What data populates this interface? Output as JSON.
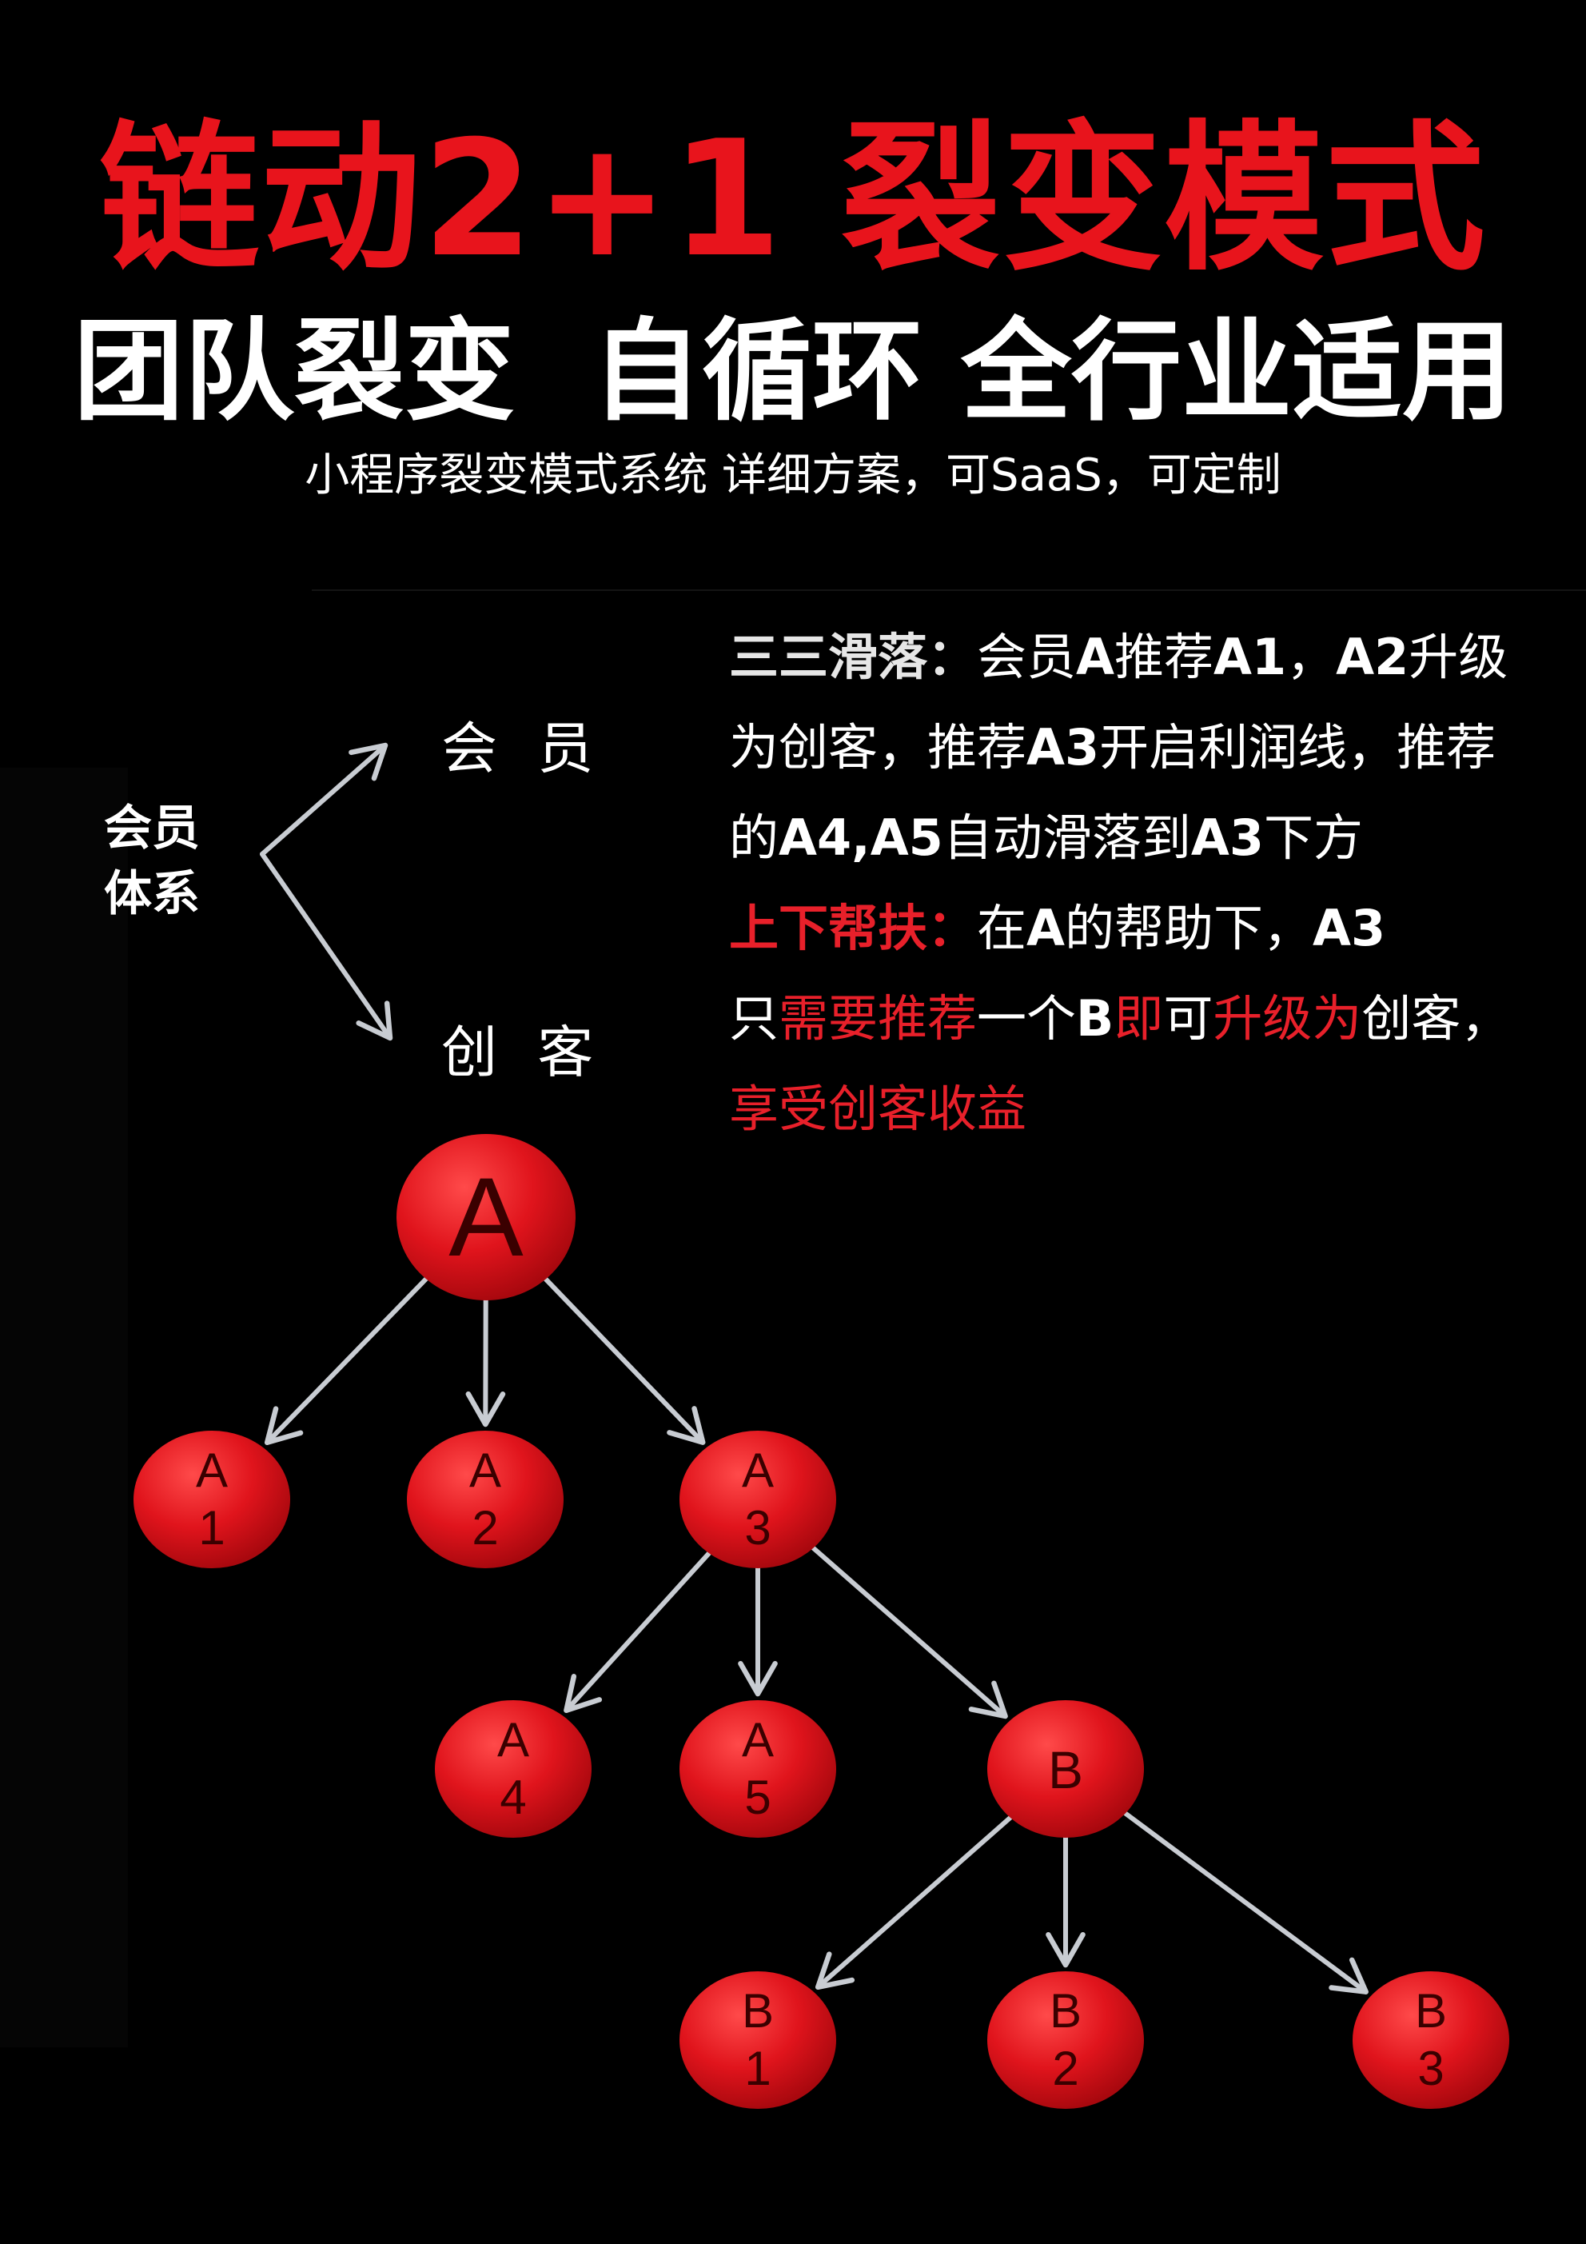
{
  "header": {
    "title": "链动2+1 裂变模式",
    "subtitle": "团队裂变  自循环 全行业适用",
    "tagline": "小程序裂变模式系统 详细方案，可SaaS，可定制"
  },
  "colors": {
    "background": "#000000",
    "title_red": "#e8141c",
    "node_red": "#e0141c",
    "arrow_gray": "#c8ccd2",
    "text_white": "#ffffff",
    "accent_red": "#e8202a"
  },
  "system": {
    "label_line1": "会员",
    "label_line2": "体系",
    "branch_member": "会 员",
    "branch_creator": "创 客"
  },
  "description": {
    "p1_head": "三三滑落：",
    "p1_t1": "会员",
    "p1_a": "A",
    "p1_t2": "推荐",
    "p1_a1": "A1",
    "p1_comma": "，",
    "p1_a2": "A2",
    "p1_t3": "升级为创客，推荐",
    "p1_a3": "A3",
    "p1_t4": "开启利润线，推荐的",
    "p1_a45": "A4,A5",
    "p1_t5": "自动滑落到",
    "p1_a3b": "A3",
    "p1_t6": "下方",
    "p2_head": "上下帮扶：",
    "p2_t1": "在",
    "p2_a": "A",
    "p2_t2": "的帮助下，",
    "p2_a3": "A3",
    "p2_t3": "只",
    "p2_r1": "需要推荐",
    "p2_t4": "一个",
    "p2_b": "B",
    "p2_r2": "即",
    "p2_t5": "可",
    "p2_r3": "升级为",
    "p2_t6": "创客，",
    "p2_r4": "享受创客收益"
  },
  "tree": {
    "nodes": [
      {
        "id": "A",
        "line1": "A",
        "line2": ""
      },
      {
        "id": "A1",
        "line1": "A",
        "line2": "1"
      },
      {
        "id": "A2",
        "line1": "A",
        "line2": "2"
      },
      {
        "id": "A3",
        "line1": "A",
        "line2": "3"
      },
      {
        "id": "A4",
        "line1": "A",
        "line2": "4"
      },
      {
        "id": "A5",
        "line1": "A",
        "line2": "5"
      },
      {
        "id": "B",
        "line1": "B",
        "line2": ""
      },
      {
        "id": "B1",
        "line1": "B",
        "line2": "1"
      },
      {
        "id": "B2",
        "line1": "B",
        "line2": "2"
      },
      {
        "id": "B3",
        "line1": "B",
        "line2": "3"
      }
    ],
    "edges": [
      [
        "A",
        "A1"
      ],
      [
        "A",
        "A2"
      ],
      [
        "A",
        "A3"
      ],
      [
        "A3",
        "A4"
      ],
      [
        "A3",
        "A5"
      ],
      [
        "A3",
        "B"
      ],
      [
        "B",
        "B1"
      ],
      [
        "B",
        "B2"
      ],
      [
        "B",
        "B3"
      ]
    ]
  }
}
